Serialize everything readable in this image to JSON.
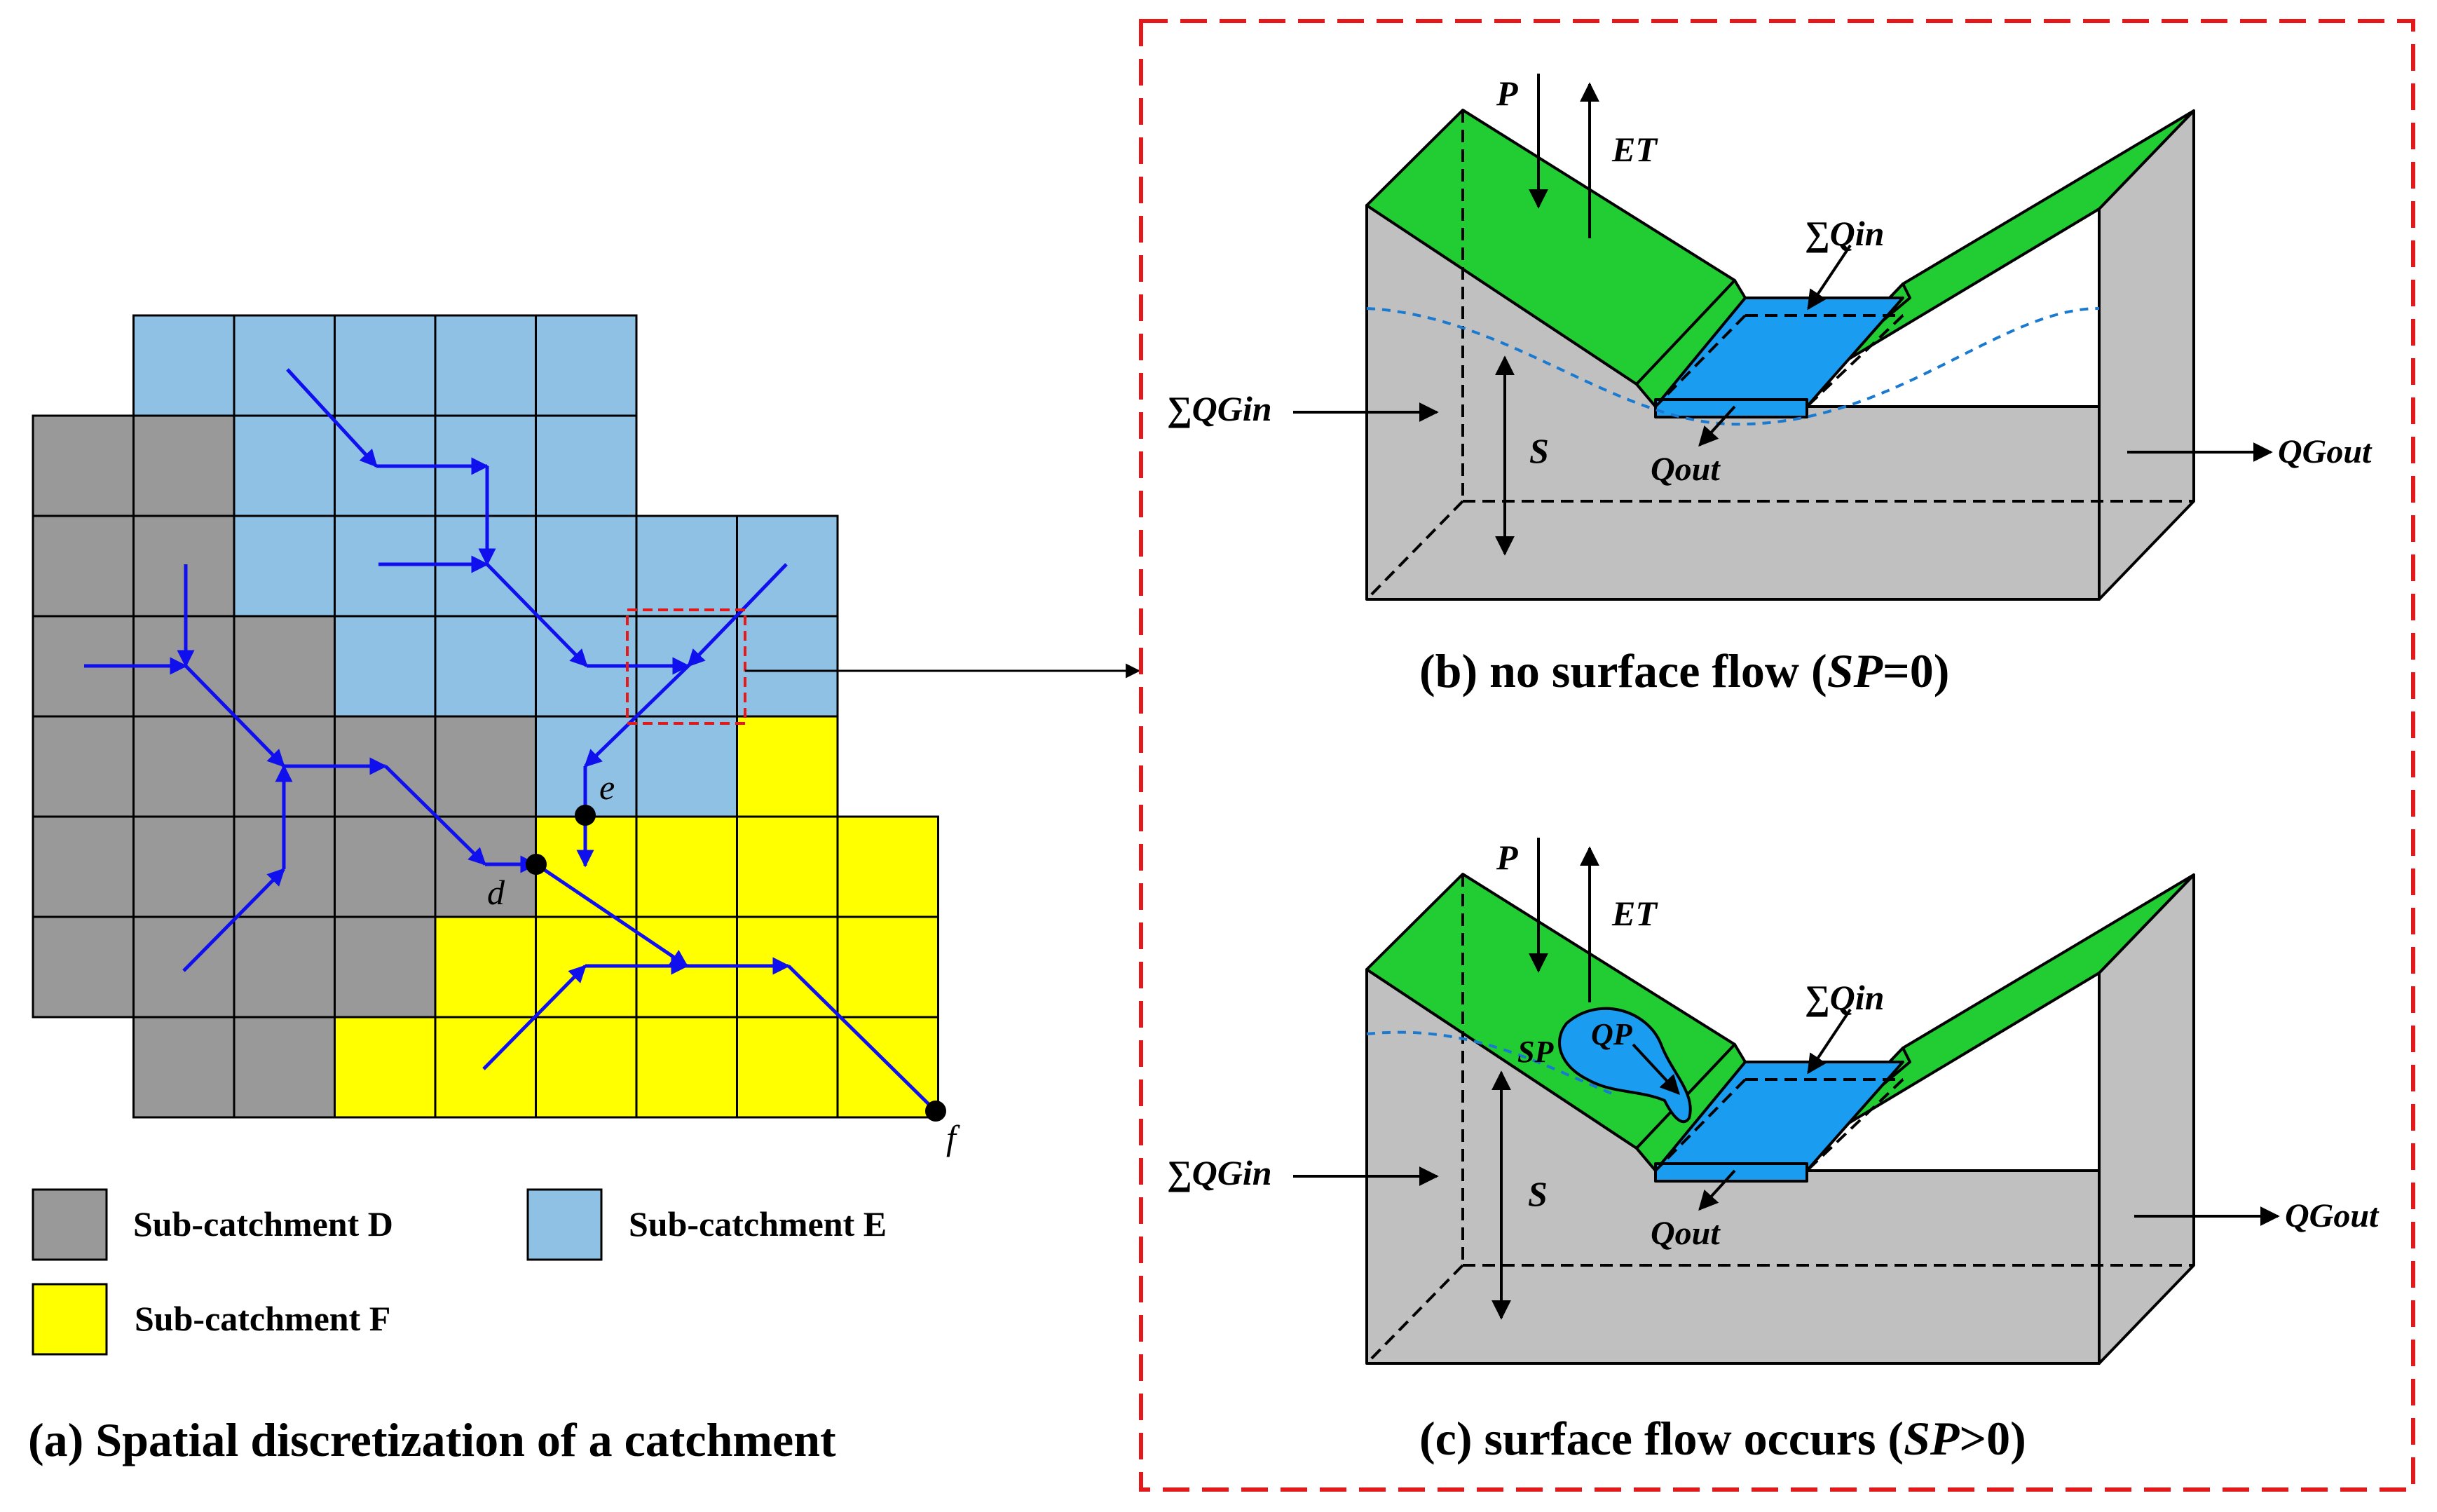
{
  "panel_a": {
    "caption": "(a) Spatial discretization of a catchment",
    "points": {
      "d": "d",
      "e": "e",
      "f": "f"
    },
    "legend": [
      {
        "label": "Sub-catchment D",
        "color": "#999999"
      },
      {
        "label": "Sub-catchment E",
        "color": "#8ec1e3"
      },
      {
        "label": "Sub-catchment F",
        "color": "#ffff00"
      }
    ]
  },
  "panel_b": {
    "caption_prefix": "(b) no surface flow (",
    "caption_sp": "SP",
    "caption_suffix": "=0)",
    "labels": {
      "P": "P",
      "ET": "ET",
      "Qin": "∑Qin",
      "QGin": "∑QGin",
      "S": "S",
      "Qout": "Qout",
      "QGout": "QGout"
    }
  },
  "panel_c": {
    "caption_prefix": "(c) surface flow occurs (",
    "caption_sp": "SP",
    "caption_suffix": ">0)",
    "labels": {
      "P": "P",
      "ET": "ET",
      "Qin": "∑Qin",
      "QGin": "∑QGin",
      "S": "S",
      "Qout": "Qout",
      "QGout": "QGout",
      "SP": "SP",
      "QP": "QP"
    }
  },
  "colors": {
    "grey": "#999999",
    "blue": "#8ec1e3",
    "yellow": "#ffff00",
    "green": "#22cc33",
    "water": "#1a9df0",
    "body": "#c0c0c0",
    "flow": "#1010ee",
    "frame": "#e31a1c"
  }
}
